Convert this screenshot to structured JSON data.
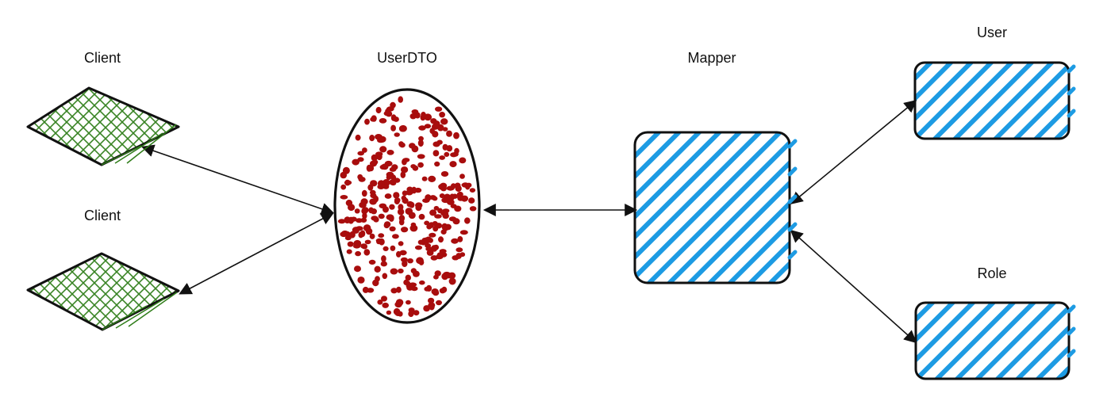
{
  "labels": {
    "client_top": "Client",
    "client_bottom": "Client",
    "userdto": "UserDTO",
    "mapper": "Mapper",
    "user": "User",
    "role": "Role"
  },
  "colors": {
    "client_hatch": "#2f7d19",
    "userdto_dots": "#a80d0d",
    "entity_hatch": "#1d9be3",
    "stroke": "#111111"
  }
}
